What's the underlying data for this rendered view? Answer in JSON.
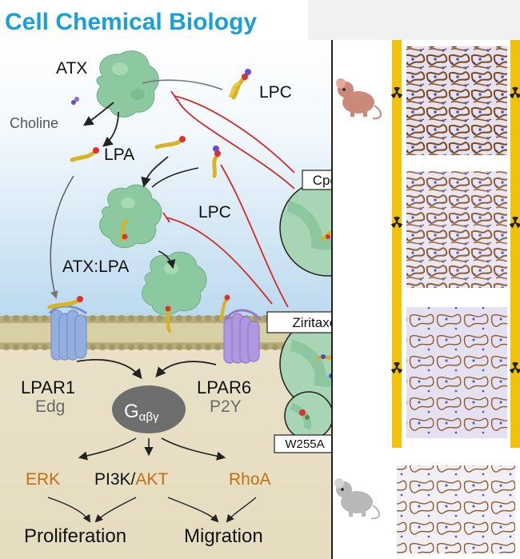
{
  "journal": {
    "name": "Cell Chemical Biology"
  },
  "colors": {
    "brand_blue": "#1a9fd8",
    "protein_green": "#8cc9a0",
    "receptor_blue": "#94aee0",
    "receptor_purple": "#b097e0",
    "inhibitor_red": "#d42a2a",
    "pathway_orange": "#c47010",
    "yellow_bar": "#f2c20a",
    "tissue_brown": "#7a4a22"
  },
  "diagram": {
    "atx": "ATX",
    "lpc_top": "LPC",
    "choline": "Choline",
    "lpa": "LPA",
    "lpc_mid": "LPC",
    "atx_lpa": "ATX:LPA",
    "lpar1": "LPAR1",
    "edg": "Edg",
    "lpar6": "LPAR6",
    "p2y": "P2Y",
    "g_main": "G",
    "g_sub": "αβγ",
    "erk": "ERK",
    "pi3k": "PI3K/",
    "akt": "AKT",
    "rhoa": "RhoA",
    "proliferation": "Proliferation",
    "migration": "Migration"
  },
  "inhibitors": {
    "cpda": "CpdA",
    "ziritaxestat": "Ziritaxestat",
    "w255a": "W255A"
  },
  "icons": [
    "mouse-brown-icon",
    "mouse-grey-icon",
    "radiation-icon"
  ]
}
